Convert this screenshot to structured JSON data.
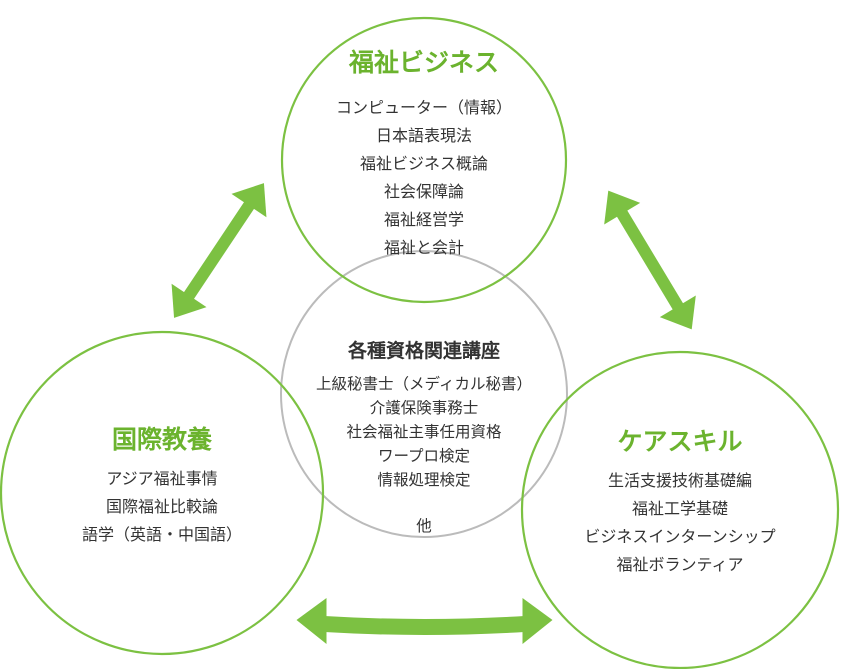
{
  "top": {
    "title": "福祉ビジネス",
    "items": [
      "コンピューター（情報）",
      "日本語表現法",
      "福祉ビジネス概論",
      "社会保障論",
      "福祉経営学",
      "福祉と会計"
    ]
  },
  "left": {
    "title": "国際教養",
    "items": [
      "アジア福祉事情",
      "国際福祉比較論",
      "語学（英語・中国語）"
    ]
  },
  "right": {
    "title": "ケアスキル",
    "items": [
      "生活支援技術基礎編",
      "福祉工学基礎",
      "ビジネスインターンシップ",
      "福祉ボランティア"
    ]
  },
  "center": {
    "title": "各種資格関連講座",
    "items": [
      "上級秘書士（メディカル秘書）",
      "介護保険事務士",
      "社会福祉主事任用資格",
      "ワープロ検定",
      "情報処理検定"
    ],
    "other": "他"
  },
  "colors": {
    "accent": "#7cc142",
    "accent_text": "#6bb32e",
    "center_ring": "#bbbbbb"
  }
}
